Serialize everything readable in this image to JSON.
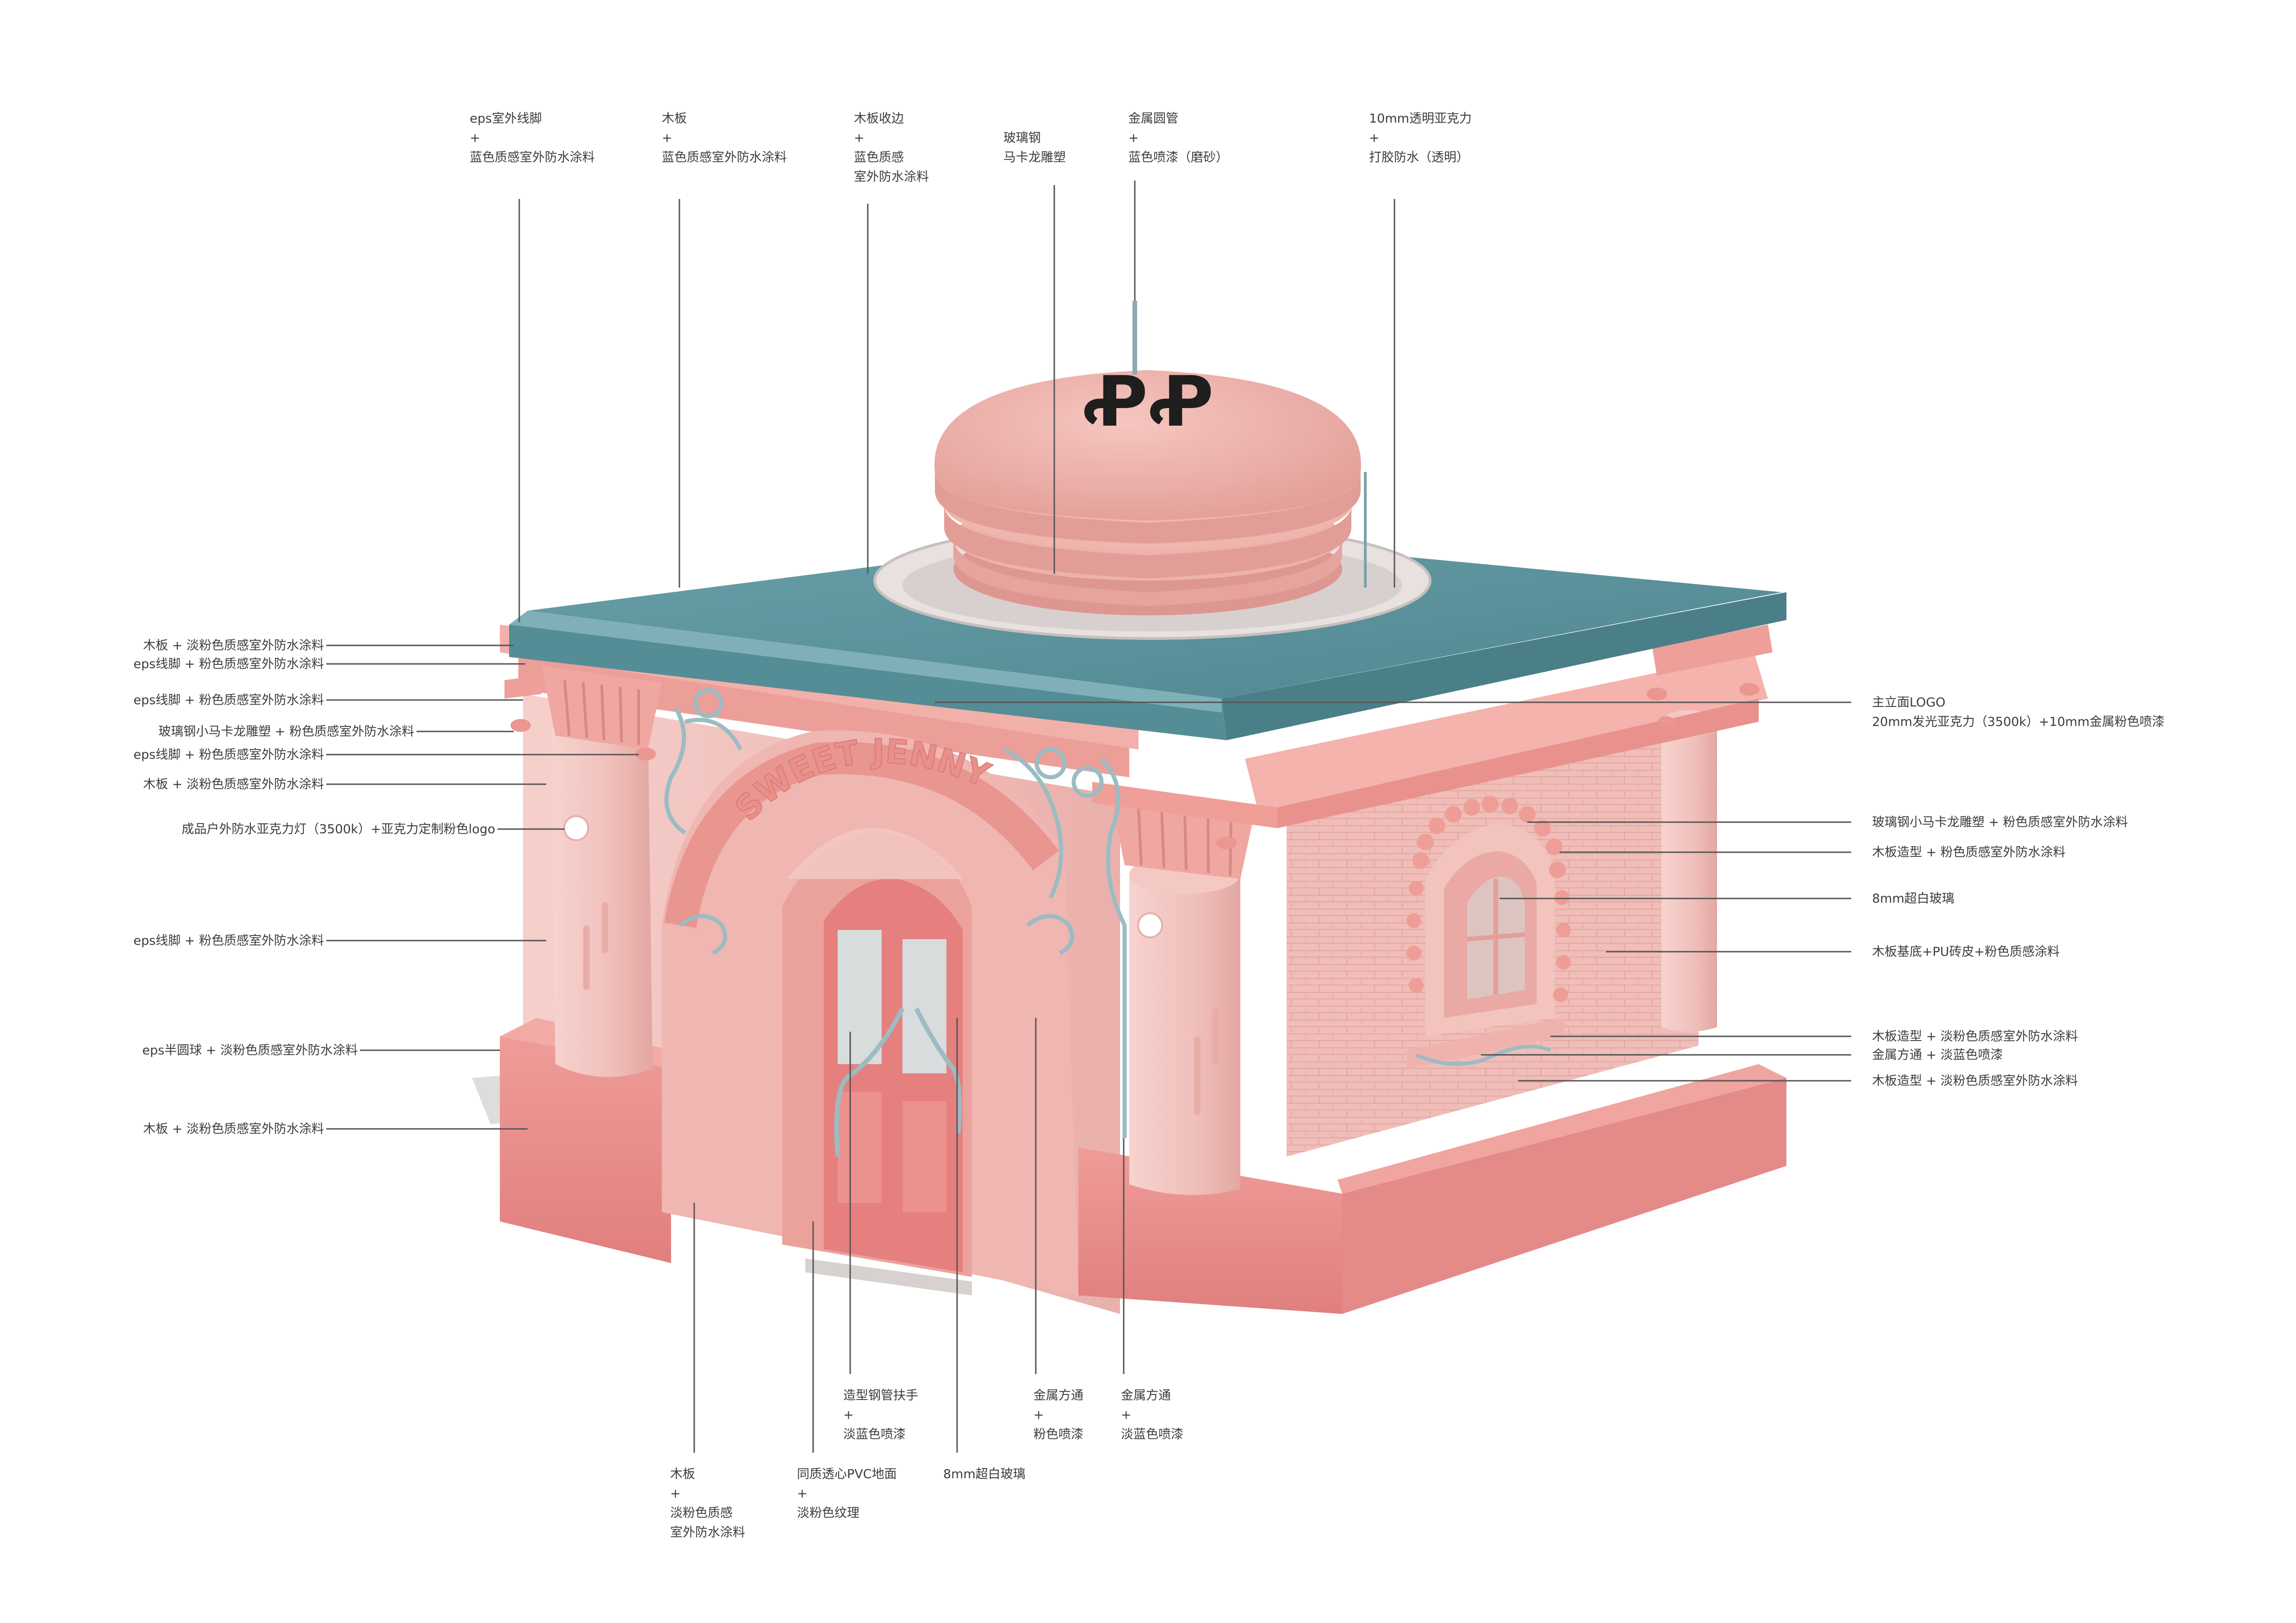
{
  "building": {
    "sign_text": "SWEET JENNY",
    "logo_glyph": "ꝒꝒ",
    "colors": {
      "roof": "#5a8f98",
      "roof_light": "#6fa2aa",
      "wall_pink": "#f2b9b5",
      "deep_pink": "#e98d8b",
      "macaron": "#efb0aa",
      "glass": "#d9dede",
      "metal_blue": "#9bbcc2",
      "logo_black": "#1e1e1e"
    }
  },
  "callouts": {
    "top": [
      {
        "id": "eps-baseboard",
        "lines": [
          "eps室外线脚",
          "+",
          "蓝色质感室外防水涂料"
        ]
      },
      {
        "id": "wood-board",
        "lines": [
          "木板",
          "+",
          "蓝色质感室外防水涂料"
        ]
      },
      {
        "id": "wood-edge",
        "lines": [
          "木板收边",
          "+",
          "蓝色质感",
          "室外防水涂料"
        ]
      },
      {
        "id": "frp",
        "lines": [
          "玻璃钢",
          "马卡龙雕塑"
        ]
      },
      {
        "id": "metal-tube",
        "lines": [
          "金属圆管",
          "+",
          "蓝色喷漆（磨砂）"
        ]
      },
      {
        "id": "acrylic",
        "lines": [
          "10mm透明亚克力",
          "+",
          "打胶防水（透明）"
        ]
      }
    ],
    "left": [
      "木板 + 淡粉色质感室外防水涂料",
      "eps线脚 + 粉色质感室外防水涂料",
      "eps线脚 + 粉色质感室外防水涂料",
      "玻璃钢小马卡龙雕塑 + 粉色质感室外防水涂料",
      "eps线脚 + 粉色质感室外防水涂料",
      "木板 + 淡粉色质感室外防水涂料",
      "成品户外防水亚克力灯（3500k）+亚克力定制粉色logo",
      "eps线脚 + 粉色质感室外防水涂料",
      "eps半圆球 + 淡粉色质感室外防水涂料",
      "木板 + 淡粉色质感室外防水涂料"
    ],
    "right": [
      [
        "主立面LOGO",
        "20mm发光亚克力（3500k）+10mm金属粉色喷漆"
      ],
      [
        "玻璃钢小马卡龙雕塑 + 粉色质感室外防水涂料"
      ],
      [
        "木板造型 + 粉色质感室外防水涂料"
      ],
      [
        "8mm超白玻璃"
      ],
      [
        "木板基底+PU砖皮+粉色质感涂料"
      ],
      [
        "木板造型 + 淡粉色质感室外防水涂料"
      ],
      [
        "金属方通 + 淡蓝色喷漆"
      ],
      [
        "木板造型 + 淡粉色质感室外防水涂料"
      ]
    ],
    "bottom": [
      {
        "id": "handrail",
        "lines": [
          "造型钢管扶手",
          "+",
          "淡蓝色喷漆"
        ]
      },
      {
        "id": "metal-pink",
        "lines": [
          "金属方通",
          "+",
          "粉色喷漆"
        ]
      },
      {
        "id": "metal-blue",
        "lines": [
          "金属方通",
          "+",
          "淡蓝色喷漆"
        ]
      },
      {
        "id": "wood-bottom",
        "lines": [
          "木板",
          "+",
          "淡粉色质感",
          "室外防水涂料"
        ]
      },
      {
        "id": "pvc-floor",
        "lines": [
          "同质透心PVC地面",
          "+",
          "淡粉色纹理"
        ]
      },
      {
        "id": "glass-bottom",
        "lines": [
          "8mm超白玻璃"
        ]
      }
    ]
  }
}
